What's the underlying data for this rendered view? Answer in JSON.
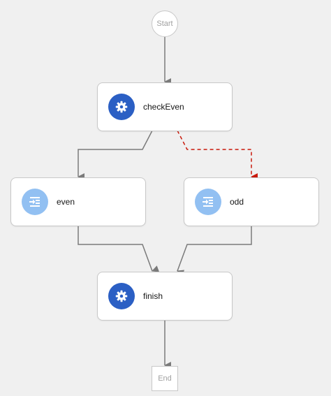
{
  "colors": {
    "canvas_bg": "#f0f0f0",
    "edge": "#7a7a7a",
    "edge_conditional": "#c9190b",
    "operation_icon_bg": "#2b5fc4",
    "inject_icon_bg": "#92c0f2"
  },
  "workflow": {
    "start_label": "Start",
    "end_label": "End",
    "states": [
      {
        "id": "checkEven",
        "label": "checkEven",
        "icon": "gear-icon",
        "kind": "operation"
      },
      {
        "id": "even",
        "label": "even",
        "icon": "inject-icon",
        "kind": "inject"
      },
      {
        "id": "odd",
        "label": "odd",
        "icon": "inject-icon",
        "kind": "inject"
      },
      {
        "id": "finish",
        "label": "finish",
        "icon": "gear-icon",
        "kind": "operation"
      }
    ],
    "transitions": [
      {
        "from": "Start",
        "to": "checkEven",
        "type": "default"
      },
      {
        "from": "checkEven",
        "to": "even",
        "type": "default"
      },
      {
        "from": "checkEven",
        "to": "odd",
        "type": "conditional"
      },
      {
        "from": "even",
        "to": "finish",
        "type": "default"
      },
      {
        "from": "odd",
        "to": "finish",
        "type": "default"
      },
      {
        "from": "finish",
        "to": "End",
        "type": "default"
      }
    ]
  }
}
